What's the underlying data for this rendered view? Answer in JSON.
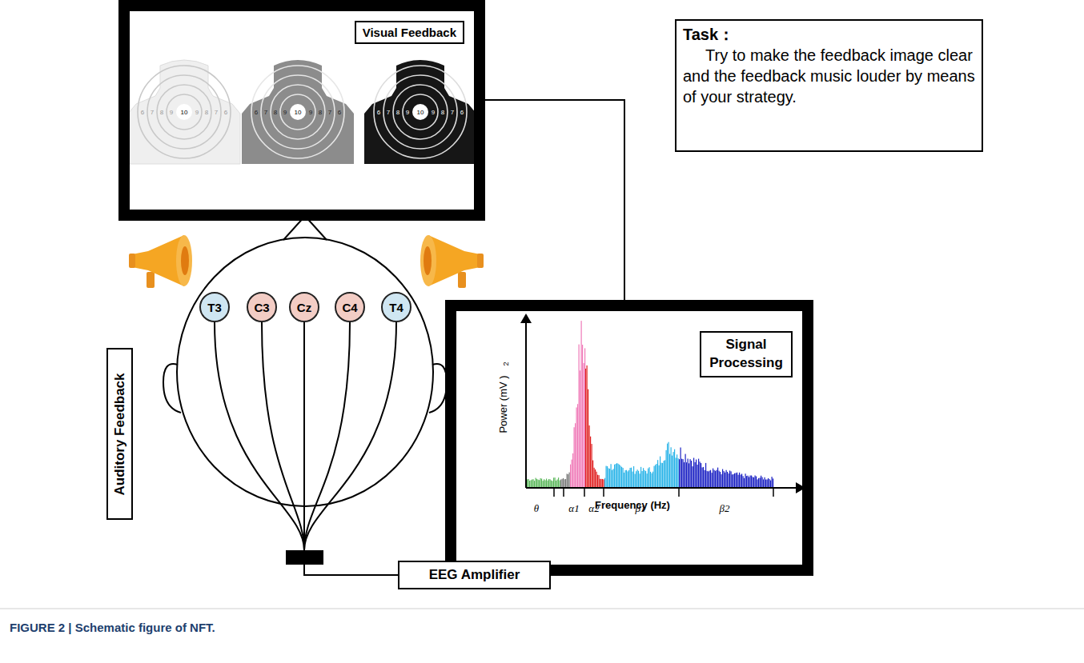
{
  "diagram": {
    "caption": "FIGURE 2 | Schematic figure of NFT.",
    "nodes": [
      {
        "text": [
          "Visual Feedback"
        ]
      },
      {
        "text": [
          "Task：",
          "Try to make the feedback image clear and the feedback music louder by means of your strategy."
        ]
      },
      {
        "text": [
          "Auditory Feedback"
        ]
      },
      {
        "text": [
          "T3"
        ]
      },
      {
        "text": [
          "C3"
        ]
      },
      {
        "text": [
          "Cz"
        ]
      },
      {
        "text": [
          "C4"
        ]
      },
      {
        "text": [
          "T4"
        ]
      },
      {
        "text": [
          "Signal Processing"
        ]
      },
      {
        "text": [
          "EEG Amplifier"
        ]
      }
    ],
    "edges": [
      {
        "from": 8,
        "to": 0,
        "arrow": "none"
      },
      {
        "from": 9,
        "to": 8,
        "arrow": "none"
      },
      {
        "from": 3,
        "to": 9,
        "arrow": "none"
      },
      {
        "from": 4,
        "to": 9,
        "arrow": "none"
      },
      {
        "from": 5,
        "to": 9,
        "arrow": "none"
      },
      {
        "from": 6,
        "to": 9,
        "arrow": "none"
      },
      {
        "from": 7,
        "to": 9,
        "arrow": "none"
      }
    ],
    "labels": [
      "6",
      "7",
      "8",
      "9",
      "10",
      "9",
      "8",
      "7",
      "6",
      "6",
      "7",
      "8",
      "9",
      "10",
      "9",
      "8",
      "7",
      "6",
      "6",
      "7",
      "8",
      "9",
      "10",
      "9",
      "8",
      "7",
      "6",
      "Power (mV )",
      "2",
      "θ",
      "α1",
      "α2",
      "Frequency (Hz)",
      "β1",
      "β2"
    ]
  }
}
